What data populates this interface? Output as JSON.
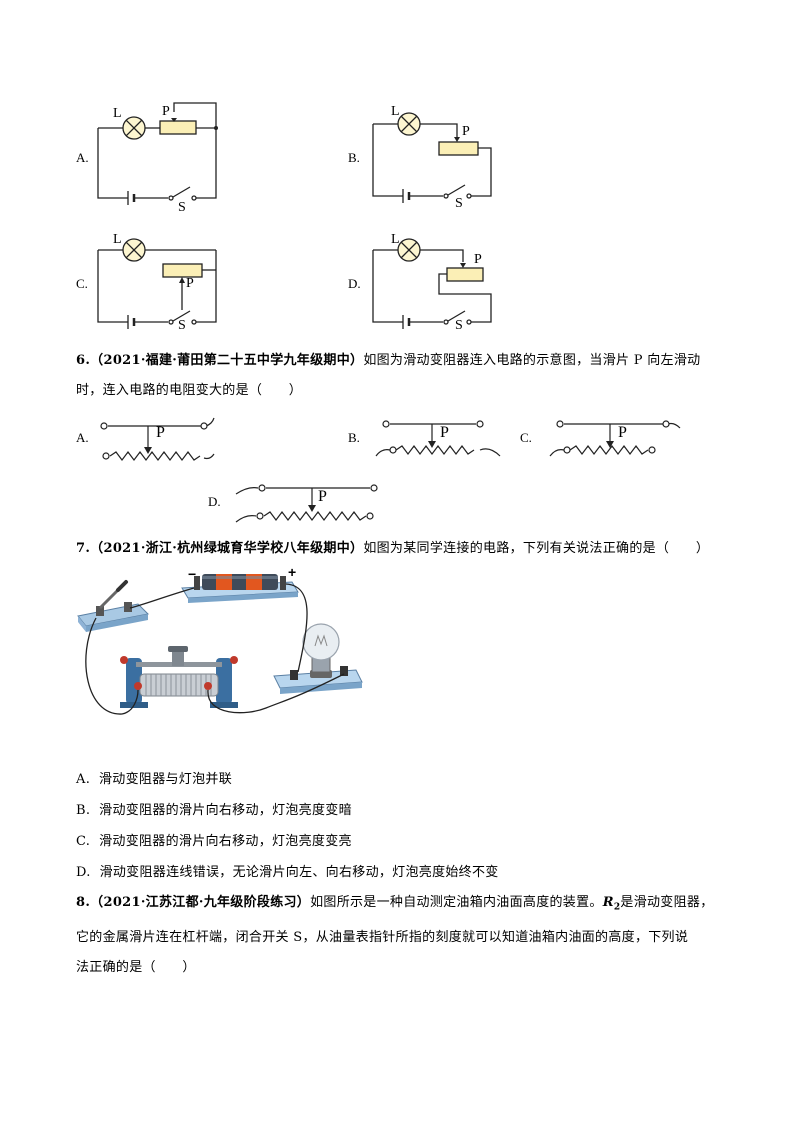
{
  "circuit_options": {
    "A": {
      "label": "A.",
      "lamp": "L",
      "slider": "P",
      "switch": "S"
    },
    "B": {
      "label": "B.",
      "lamp": "L",
      "slider": "P",
      "switch": "S"
    },
    "C": {
      "label": "C.",
      "lamp": "L",
      "slider": "P",
      "switch": "S"
    },
    "D": {
      "label": "D.",
      "lamp": "L",
      "slider": "P",
      "switch": "S"
    }
  },
  "q6": {
    "number": "6.",
    "source": "（2021·福建·莆田第二十五中学九年级期中）",
    "line1": "如图为滑动变阻器连入电路的示意图，当滑片 P 向左滑动",
    "line2": "时，连入电路的电阻变大的是（　　）",
    "options": {
      "A": {
        "label": "A.",
        "slider": "P"
      },
      "B": {
        "label": "B.",
        "slider": "P"
      },
      "C": {
        "label": "C.",
        "slider": "P"
      },
      "D": {
        "label": "D.",
        "slider": "P"
      }
    }
  },
  "q7": {
    "number": "7.",
    "source": "（2021·浙江·杭州绿城育华学校八年级期中）",
    "text": "如图为某同学连接的电路，下列有关说法正确的是（　　）",
    "battery_minus": "−",
    "battery_plus": "+",
    "choices": [
      {
        "label": "A.",
        "text": "滑动变阻器与灯泡并联"
      },
      {
        "label": "B.",
        "text": "滑动变阻器的滑片向右移动，灯泡亮度变暗"
      },
      {
        "label": "C.",
        "text": "滑动变阻器的滑片向右移动，灯泡亮度变亮"
      },
      {
        "label": "D.",
        "text": "滑动变阻器连线错误，无论滑片向左、向右移动，灯泡亮度始终不变"
      }
    ]
  },
  "q8": {
    "number": "8.",
    "source": "（2021·江苏江都·九年级阶段练习）",
    "line1a": "如图所示是一种自动测定油箱内油面高度的装置。",
    "r_symbol": "R",
    "r_sub": "2",
    "line1b": "是滑动变阻器，",
    "line2": "它的金属滑片连在杠杆端，闭合开关 S，从油量表指针所指的刻度就可以知道油箱内油面的高度，下列说",
    "line3": "法正确的是（　　）"
  }
}
